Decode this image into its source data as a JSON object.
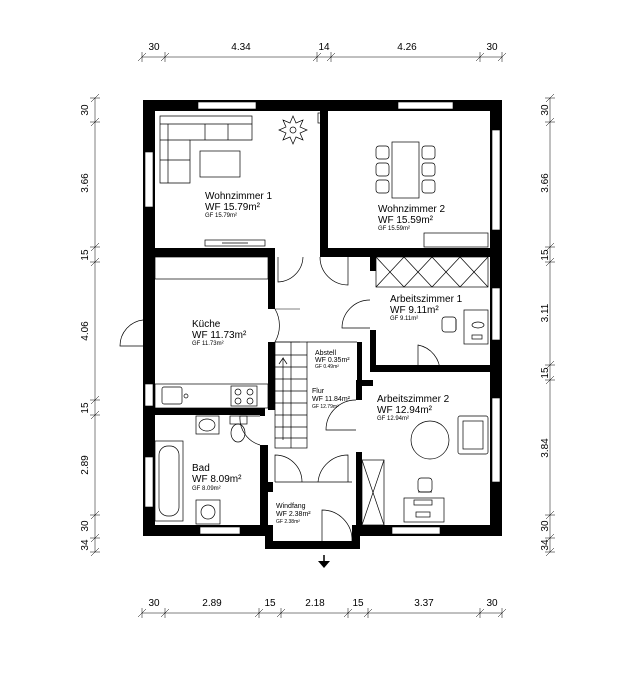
{
  "dimensions": {
    "top": [
      "30",
      "4.34",
      "14",
      "4.26",
      "30"
    ],
    "bottom": [
      "30",
      "2.89",
      "15",
      "2.18",
      "15",
      "3.37",
      "30"
    ],
    "left": [
      "30",
      "3.66",
      "15",
      "4.06",
      "15",
      "2.89",
      "30",
      "34"
    ],
    "right": [
      "30",
      "3.66",
      "15",
      "3.11",
      "15",
      "3.84",
      "30",
      "34"
    ]
  },
  "rooms": {
    "wohnzimmer1": {
      "name": "Wohnzimmer 1",
      "wf": "WF 15.79m²",
      "gf": "GF 15.79m²"
    },
    "wohnzimmer2": {
      "name": "Wohnzimmer 2",
      "wf": "WF 15.59m²",
      "gf": "GF 15.59m²"
    },
    "arbeitszimmer1": {
      "name": "Arbeitszimmer 1",
      "wf": "WF 9.11m²",
      "gf": "GF 9.11m²"
    },
    "kueche": {
      "name": "Küche",
      "wf": "WF 11.73m²",
      "gf": "GF 11.73m²"
    },
    "abstell": {
      "name": "Abstell",
      "wf": "WF 0.35m²",
      "gf": "GF 0.49m²"
    },
    "flur": {
      "name": "Flur",
      "wf": "WF 11.84m²",
      "gf": "GF 12.79m²"
    },
    "arbeitszimmer2": {
      "name": "Arbeitszimmer 2",
      "wf": "WF 12.94m²",
      "gf": "GF 12.94m²"
    },
    "bad": {
      "name": "Bad",
      "wf": "WF 8.09m²",
      "gf": "GF 8.09m²"
    },
    "windfang": {
      "name": "Windfang",
      "wf": "WF 2.38m²",
      "gf": "GF 2.38m²"
    }
  },
  "icons": [
    "entrance-arrow-icon",
    "plant-icon",
    "dining-table-icon",
    "sofa-icon",
    "bathtub-icon",
    "toilet-icon",
    "sink-icon",
    "washing-machine-icon",
    "stove-icon",
    "desk-icon",
    "chair-icon",
    "round-table-icon",
    "armchair-icon"
  ]
}
